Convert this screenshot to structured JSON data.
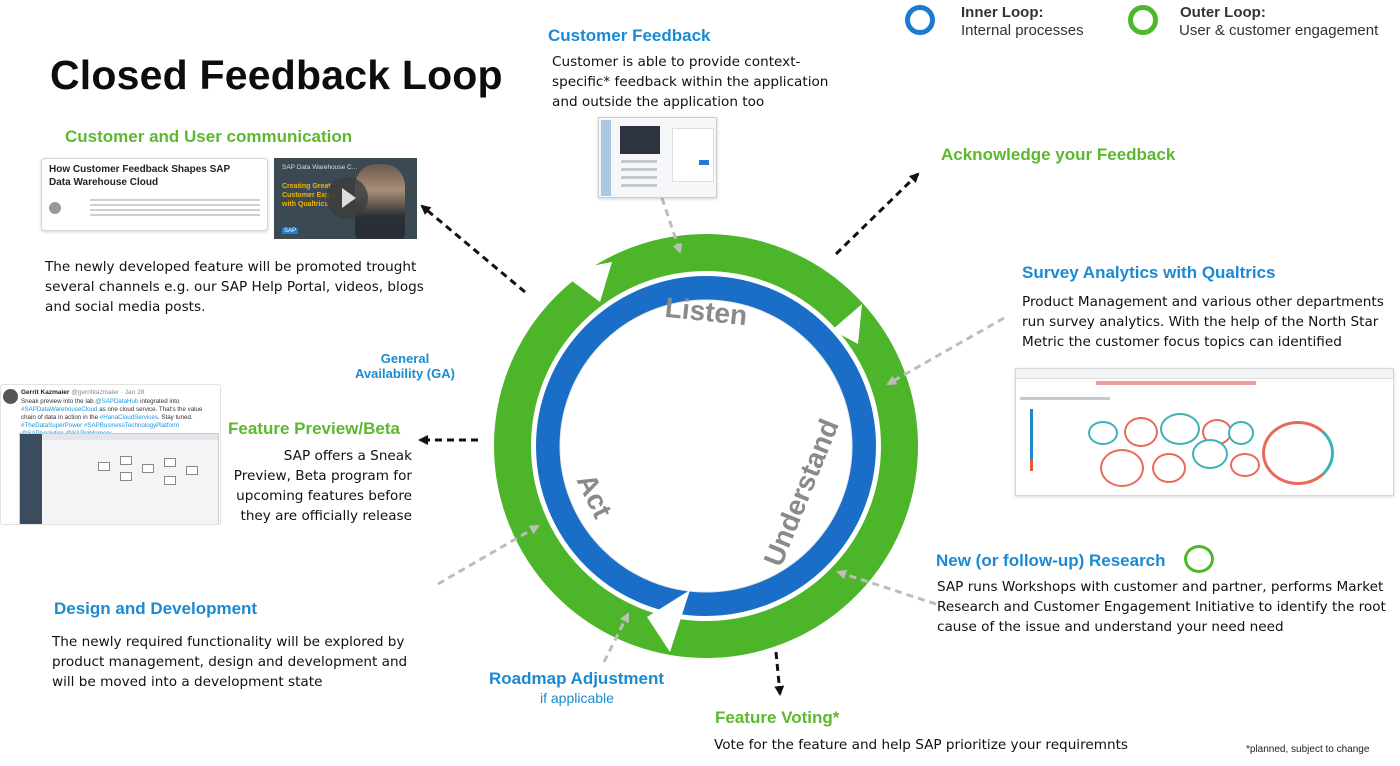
{
  "title": "Closed Feedback Loop",
  "legend": {
    "inner": {
      "title": "Inner Loop:",
      "subtitle": "Internal processes",
      "color": "#1b7ad3"
    },
    "outer": {
      "title": "Outer Loop:",
      "subtitle": "User & customer engagement",
      "color": "#4db82a"
    }
  },
  "colors": {
    "inner_ring": "#1b6ec8",
    "outer_ring": "#4cb52a",
    "heading_blue": "#1b8ad3",
    "heading_green": "#5cb82e"
  },
  "ring_labels": {
    "listen": "Listen",
    "understand": "Understand",
    "act": "Act"
  },
  "sections": {
    "customer_feedback": {
      "heading": "Customer Feedback",
      "lines": [
        "Customer is able to provide context-",
        "specific* feedback within the application",
        "and outside the application too"
      ]
    },
    "acknowledge": {
      "heading": "Acknowledge your Feedback"
    },
    "survey": {
      "heading": "Survey Analytics with Qualtrics",
      "lines": [
        "Product Management and various other departments",
        "run survey analytics. With the help of the North Star",
        "Metric the customer focus topics can identified"
      ]
    },
    "research": {
      "heading": "New (or follow-up) Research",
      "lines": [
        "SAP runs Workshops with customer and partner, performs Market",
        "Research and Customer Engagement Initiative to identify the root",
        "cause of the issue and understand your need need"
      ]
    },
    "voting": {
      "heading": "Feature Voting*",
      "lines": [
        "Vote for the feature and  help SAP  prioritize your requiremnts"
      ]
    },
    "roadmap": {
      "heading": "Roadmap Adjustment",
      "sub": "if applicable"
    },
    "design": {
      "heading": "Design and Development",
      "lines": [
        "The newly required functionality will be explored by",
        "product management, design and development and",
        "will be moved into a development state"
      ]
    },
    "preview": {
      "heading": "Feature Preview/Beta",
      "lines": [
        "SAP offers a Sneak",
        "Preview, Beta program for",
        "upcoming features before",
        "they are officially release"
      ]
    },
    "ga": {
      "lines": [
        "General",
        "Availability (GA)"
      ]
    },
    "communication": {
      "heading": "Customer and User communication",
      "lines": [
        "The newly developed feature will be promoted trought",
        "several channels e.g. our SAP Help Portal, videos, blogs",
        "and social media posts."
      ]
    }
  },
  "thumbnails": {
    "blog_title": "How Customer Feedback Shapes SAP Data Warehouse Cloud",
    "video_title": "SAP Data Warehouse C...",
    "video_text": [
      "Creating Great",
      "Customer Exp...",
      "with Qualtrics"
    ],
    "video_logo": "SAP",
    "tweet_author": "Gerrit Kazmaier",
    "tweet_handle": "@gerritkazmaier · Jan 28",
    "tweet_text_1": "Sneak preview into the lab ",
    "tweet_link_1": "@SAPDataHub",
    "tweet_text_2": " integrated into ",
    "tweet_link_2": "#SAPDataWarehouseCloud",
    "tweet_text_3": " as one cloud service. That's the value chain of data in action in the ",
    "tweet_link_3": "#HanaCloudServices",
    "tweet_text_4": ". Stay tuned. ",
    "tweet_link_4": "#TheDataSuperPower #SAPBusinessTechnologyPlatform @SAPAnalytics @SAPinMemory"
  },
  "footnote": "*planned, subject to change"
}
